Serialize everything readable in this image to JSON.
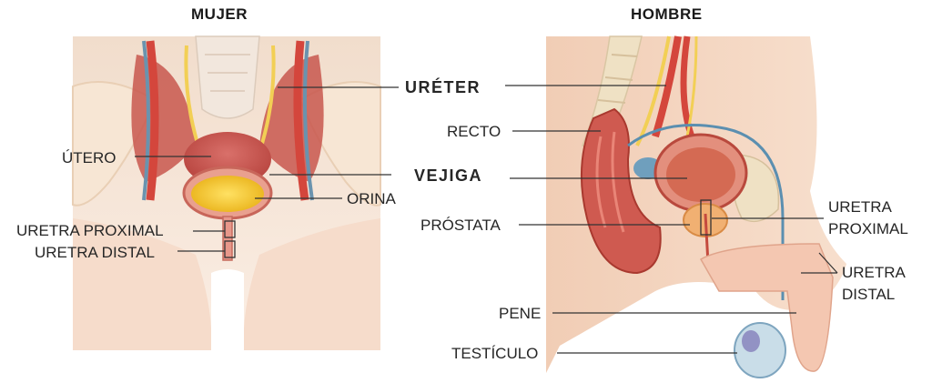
{
  "panels": {
    "female": {
      "title": "MUJER",
      "labels": {
        "utero": "ÚTERO",
        "orina": "ORINA",
        "uretra_proximal": "URETRA PROXIMAL",
        "uretra_distal": "URETRA DISTAL"
      }
    },
    "male": {
      "title": "HOMBRE",
      "labels": {
        "recto": "RECTO",
        "prostata": "PRÓSTATA",
        "pene": "PENE",
        "testiculo": "TESTÍCULO",
        "uretra_proximal_1": "URETRA",
        "uretra_proximal_2": "PROXIMAL",
        "uretra_distal_1": "URETRA",
        "uretra_distal_2": "DISTAL"
      }
    }
  },
  "shared": {
    "ureter": "URÉTER",
    "vejiga": "VEJIGA"
  },
  "colors": {
    "skin": "#f4d3bd",
    "muscle": "#c94f45",
    "urine": "#f2c21c",
    "ureter_yellow": "#f3d36a",
    "vessel_blue": "#5b8fb0",
    "bone": "#efe0c2",
    "leader": "#333333"
  }
}
